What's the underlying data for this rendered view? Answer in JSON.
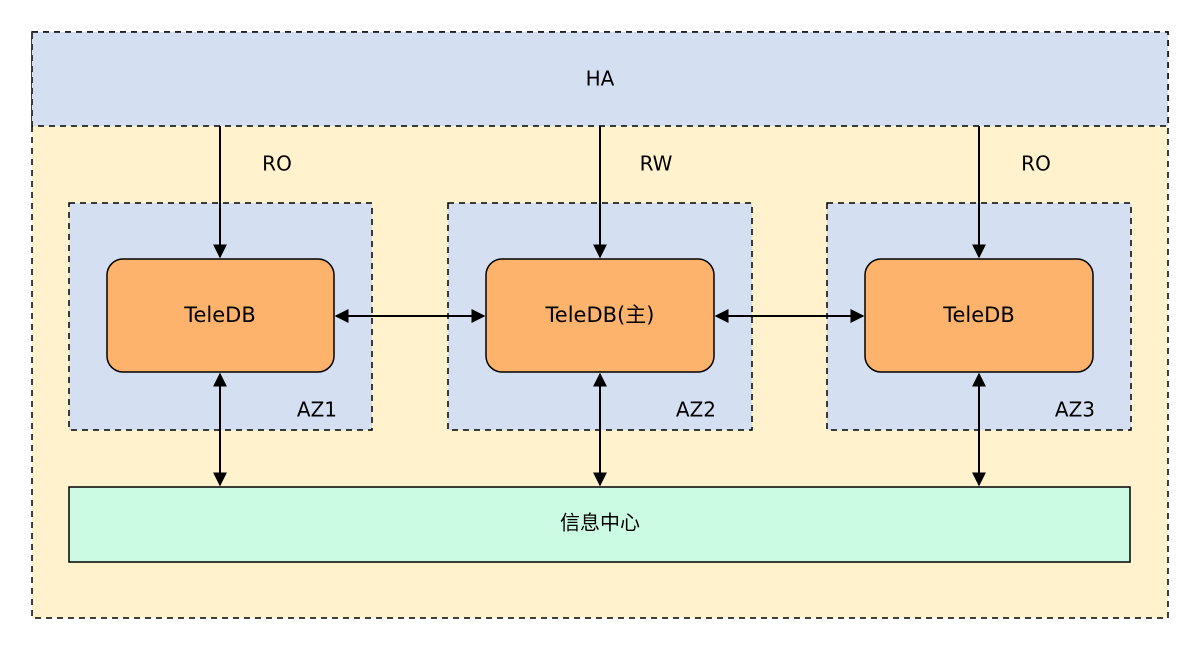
{
  "colors": {
    "ha_fill": "#d4e0f2",
    "outer_fill": "#fff2cc",
    "az_fill": "#d4e0f2",
    "node_fill": "#fdb36b",
    "info_fill": "#ccfbe3",
    "stroke": "#000000"
  },
  "ha": {
    "label": "HA"
  },
  "connections": {
    "az1": "RO",
    "az2": "RW",
    "az3": "RO"
  },
  "zones": [
    {
      "label": "AZ1",
      "node_label": "TeleDB"
    },
    {
      "label": "AZ2",
      "node_label": "TeleDB(主)"
    },
    {
      "label": "AZ3",
      "node_label": "TeleDB"
    }
  ],
  "info_center": {
    "label": "信息中心"
  }
}
